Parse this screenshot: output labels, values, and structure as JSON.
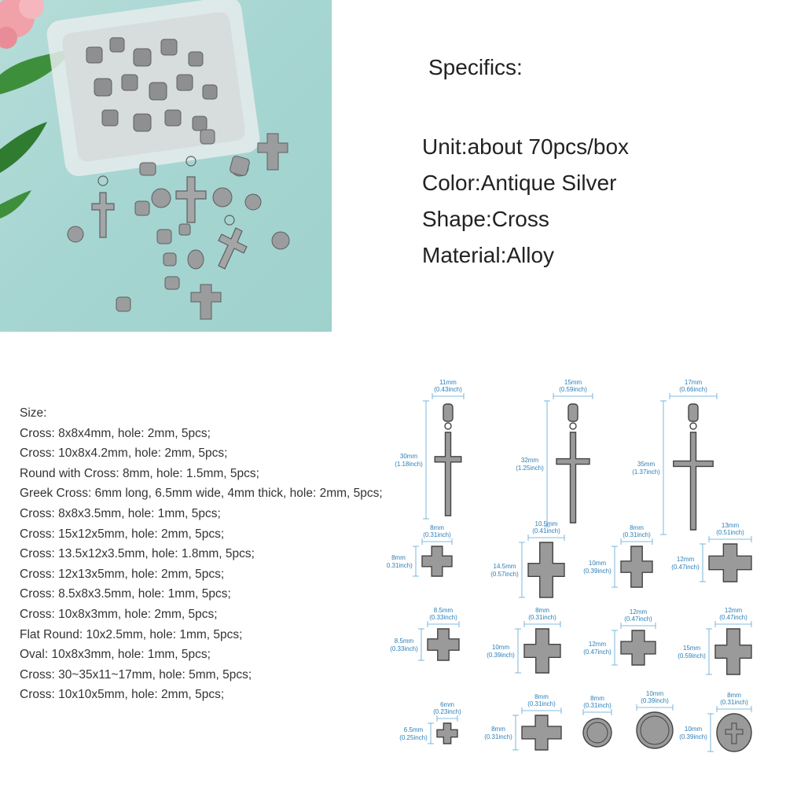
{
  "specifics": {
    "heading": "Specifics:",
    "lines": [
      "Unit:about 70pcs/box",
      "Color:Antique Silver",
      "Shape:Cross",
      "Material:Alloy"
    ]
  },
  "sizes": {
    "heading": "Size:",
    "items": [
      "Cross: 8x8x4mm, hole: 2mm, 5pcs;",
      "Cross: 10x8x4.2mm, hole: 2mm, 5pcs;",
      "Round with Cross: 8mm, hole: 1.5mm, 5pcs;",
      "Greek Cross: 6mm long, 6.5mm wide, 4mm thick, hole: 2mm, 5pcs;",
      "Cross: 8x8x3.5mm, hole: 1mm, 5pcs;",
      "Cross: 15x12x5mm, hole: 2mm, 5pcs;",
      "Cross: 13.5x12x3.5mm, hole: 1.8mm, 5pcs;",
      "Cross: 12x13x5mm, hole: 2mm, 5pcs;",
      "Cross: 8.5x8x3.5mm, hole: 1mm, 5pcs;",
      "Cross: 10x8x3mm, hole: 2mm, 5pcs;",
      "Flat Round: 10x2.5mm, hole: 1mm, 5pcs;",
      "Oval: 10x8x3mm, hole: 1mm, 5pcs;",
      "Cross: 30~35x11~17mm, hole: 5mm, 5pcs;",
      "Cross: 10x10x5mm, hole: 2mm, 5pcs;"
    ]
  },
  "diagram_items": [
    {
      "w": "11mm",
      "wi": "(0.43inch)",
      "h": "30mm",
      "hi": "(1.18inch)",
      "kind": "pendant-plain"
    },
    {
      "w": "15mm",
      "wi": "(0.59inch)",
      "h": "32mm",
      "hi": "(1.25inch)",
      "kind": "pendant-crucifix"
    },
    {
      "w": "17mm",
      "wi": "(0.66inch)",
      "h": "35mm",
      "hi": "(1.37inch)",
      "kind": "pendant-leaf"
    },
    {
      "w": "8mm",
      "wi": "(0.31inch)",
      "h": "8mm",
      "hi": "(0.31inch)",
      "kind": "bead-dotted"
    },
    {
      "w": "10.5mm",
      "wi": "(0.41inch)",
      "h": "14.5mm",
      "hi": "(0.57inch)",
      "kind": "bead-tall"
    },
    {
      "w": "8mm",
      "wi": "(0.31inch)",
      "h": "10mm",
      "hi": "(0.39inch)",
      "kind": "bead-pattee"
    },
    {
      "w": "13mm",
      "wi": "(0.51inch)",
      "h": "12mm",
      "hi": "(0.47inch)",
      "kind": "bead-dotted"
    },
    {
      "w": "8.5mm",
      "wi": "(0.33inch)",
      "h": "8.5mm",
      "hi": "(0.33inch)",
      "kind": "bead-maltese"
    },
    {
      "w": "8mm",
      "wi": "(0.31inch)",
      "h": "10mm",
      "hi": "(0.39inch)",
      "kind": "bead-pattee"
    },
    {
      "w": "12mm",
      "wi": "(0.47inch)",
      "h": "12mm",
      "hi": "(0.47inch)",
      "kind": "bead-wavy"
    },
    {
      "w": "12mm",
      "wi": "(0.47inch)",
      "h": "15mm",
      "hi": "(0.59inch)",
      "kind": "bead-plain"
    },
    {
      "w": "6mm",
      "wi": "(0.23inch)",
      "h": "6.5mm",
      "hi": "(0.25inch)",
      "kind": "bead-small"
    },
    {
      "w": "8mm",
      "wi": "(0.31inch)",
      "h": "8mm",
      "hi": "(0.31inch)",
      "kind": "bead-greek"
    },
    {
      "w": "8mm",
      "wi": "(0.31inch)",
      "h": "",
      "hi": "",
      "kind": "bead-round"
    },
    {
      "w": "10mm",
      "wi": "(0.39inch)",
      "h": "",
      "hi": "",
      "kind": "bead-coin"
    },
    {
      "w": "8mm",
      "wi": "(0.31inch)",
      "h": "10mm",
      "hi": "(0.39inch)",
      "kind": "bead-oval"
    }
  ],
  "colors": {
    "photo_background": "#a7d6d2",
    "dimension_text": "#2b7fb8",
    "dimension_line": "#5aa6d6",
    "metal": "#9a9a9a"
  }
}
